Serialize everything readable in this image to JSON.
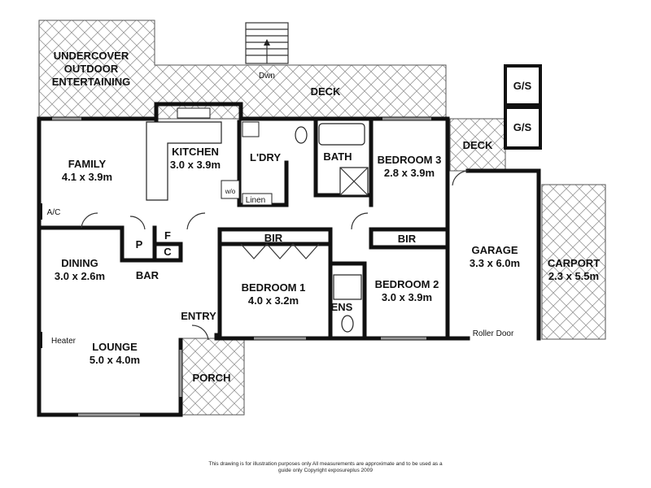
{
  "areas": {
    "outdoor_entertaining": [
      "UNDERCOVER",
      "OUTDOOR",
      "ENTERTAINING"
    ],
    "deck_main": "DECK",
    "deck_side": "DECK",
    "stairs_down": "Dwn",
    "porch": "PORCH",
    "carport_name": "CARPORT",
    "carport_size": "2.3 x 5.5m",
    "gs_top": "G/S",
    "gs_bottom": "G/S"
  },
  "rooms": {
    "family": {
      "name": "FAMILY",
      "size": "4.1 x 3.9m"
    },
    "kitchen": {
      "name": "KITCHEN",
      "size": "3.0 x 3.9m"
    },
    "laundry": {
      "name": "L'DRY"
    },
    "bath": {
      "name": "BATH"
    },
    "bedroom3": {
      "name": "BEDROOM 3",
      "size": "2.8 x 3.9m"
    },
    "dining": {
      "name": "DINING",
      "size": "3.0 x 2.6m"
    },
    "bedroom1": {
      "name": "BEDROOM 1",
      "size": "4.0 x 3.2m"
    },
    "bedroom2": {
      "name": "BEDROOM 2",
      "size": "3.0 x 3.9m"
    },
    "lounge": {
      "name": "LOUNGE",
      "size": "5.0 x 4.0m"
    },
    "garage": {
      "name": "GARAGE",
      "size": "3.3 x 6.0m"
    }
  },
  "fixtures": {
    "wo": "w/o",
    "linen": "Linen",
    "ac": "A/C",
    "pantry": "P",
    "fridge": "F",
    "cupboard": "C",
    "bar": "BAR",
    "bir1": "BIR",
    "bir2": "BIR",
    "ens": "ENS",
    "entry": "ENTRY",
    "heater": "Heater",
    "roller_door": "Roller Door"
  },
  "disclaimer": [
    "This drawing is for illustration purposes only All measurements are approximate and to be used as a",
    "guide only Copyright exposureplus 2009"
  ]
}
